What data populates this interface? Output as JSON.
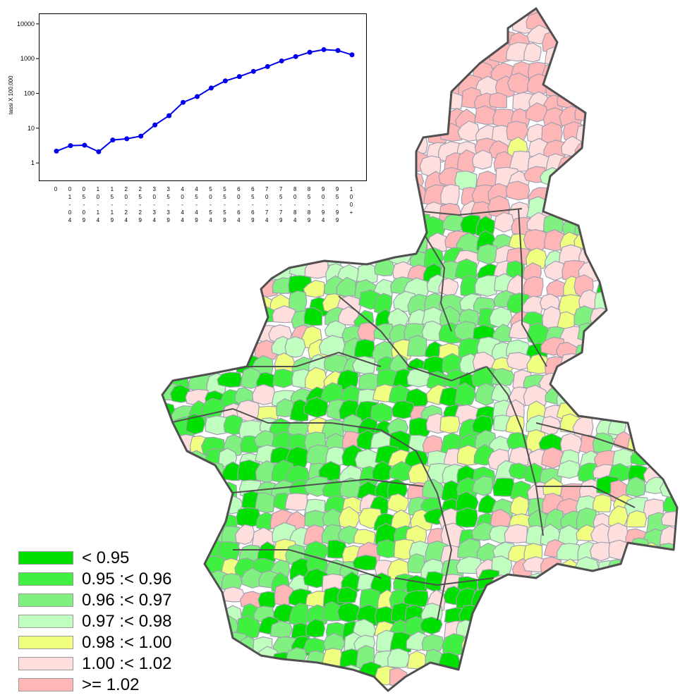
{
  "map": {
    "region_fill_colors": [
      "#00e000",
      "#40f040",
      "#80f080",
      "#c0ffc0",
      "#f0ff80",
      "#ffdede",
      "#ffb6b6"
    ],
    "border_color": "#a0a0b0",
    "outline_color": "#505050"
  },
  "legend": {
    "items": [
      {
        "label": "< 0.95",
        "color": "#00e000"
      },
      {
        "label": "0.95 :< 0.96",
        "color": "#40f040"
      },
      {
        "label": "0.96 :< 0.97",
        "color": "#80f080"
      },
      {
        "label": "0.97 :< 0.98",
        "color": "#c0ffc0"
      },
      {
        "label": "0.98 :< 1.00",
        "color": "#f0ff80"
      },
      {
        "label": "1.00 :< 1.02",
        "color": "#ffdede"
      },
      {
        "label": ">= 1.02",
        "color": "#ffb6b6"
      }
    ]
  },
  "chart_data": {
    "type": "line",
    "ylabel": "tassi X 100.000",
    "yscale": "log",
    "ylim": [
      0.3,
      20000
    ],
    "yticks": [
      1,
      10,
      100,
      1000,
      10000
    ],
    "ytick_labels": [
      "1",
      "10",
      "100",
      "1000",
      "10000"
    ],
    "categories": [
      "0",
      "01-04",
      "05-09",
      "10-14",
      "15-19",
      "20-24",
      "25-29",
      "30-34",
      "35-39",
      "40-44",
      "45-49",
      "50-54",
      "55-59",
      "60-64",
      "65-69",
      "70-74",
      "75-79",
      "80-84",
      "85-89",
      "90-94",
      "95-99",
      "100+"
    ],
    "x_tick_chars": [
      [
        "0"
      ],
      [
        "0",
        "1",
        "-",
        "0",
        "4"
      ],
      [
        "0",
        "5",
        "-",
        "0",
        "9"
      ],
      [
        "1",
        "0",
        "-",
        "1",
        "4"
      ],
      [
        "1",
        "5",
        "-",
        "1",
        "9"
      ],
      [
        "2",
        "0",
        "-",
        "2",
        "4"
      ],
      [
        "2",
        "5",
        "-",
        "2",
        "9"
      ],
      [
        "3",
        "0",
        "-",
        "3",
        "4"
      ],
      [
        "3",
        "5",
        "-",
        "3",
        "9"
      ],
      [
        "4",
        "0",
        "-",
        "4",
        "4"
      ],
      [
        "4",
        "5",
        "-",
        "4",
        "9"
      ],
      [
        "5",
        "0",
        "-",
        "5",
        "4"
      ],
      [
        "5",
        "5",
        "-",
        "5",
        "9"
      ],
      [
        "6",
        "0",
        "-",
        "6",
        "4"
      ],
      [
        "6",
        "5",
        "-",
        "6",
        "9"
      ],
      [
        "7",
        "0",
        "-",
        "7",
        "4"
      ],
      [
        "7",
        "5",
        "-",
        "7",
        "9"
      ],
      [
        "8",
        "0",
        "-",
        "8",
        "4"
      ],
      [
        "8",
        "5",
        "-",
        "8",
        "9"
      ],
      [
        "9",
        "0",
        "-",
        "9",
        "4"
      ],
      [
        "9",
        "5",
        "-",
        "9",
        "9"
      ],
      [
        "1",
        "0",
        "0",
        "+"
      ]
    ],
    "values": [
      2.3,
      3.3,
      3.4,
      2.2,
      4.8,
      5.2,
      6.2,
      13,
      24,
      58,
      85,
      150,
      240,
      320,
      450,
      620,
      900,
      1200,
      1600,
      1900,
      1800,
      1350
    ],
    "line_color": "#0000ee",
    "grid": false
  }
}
